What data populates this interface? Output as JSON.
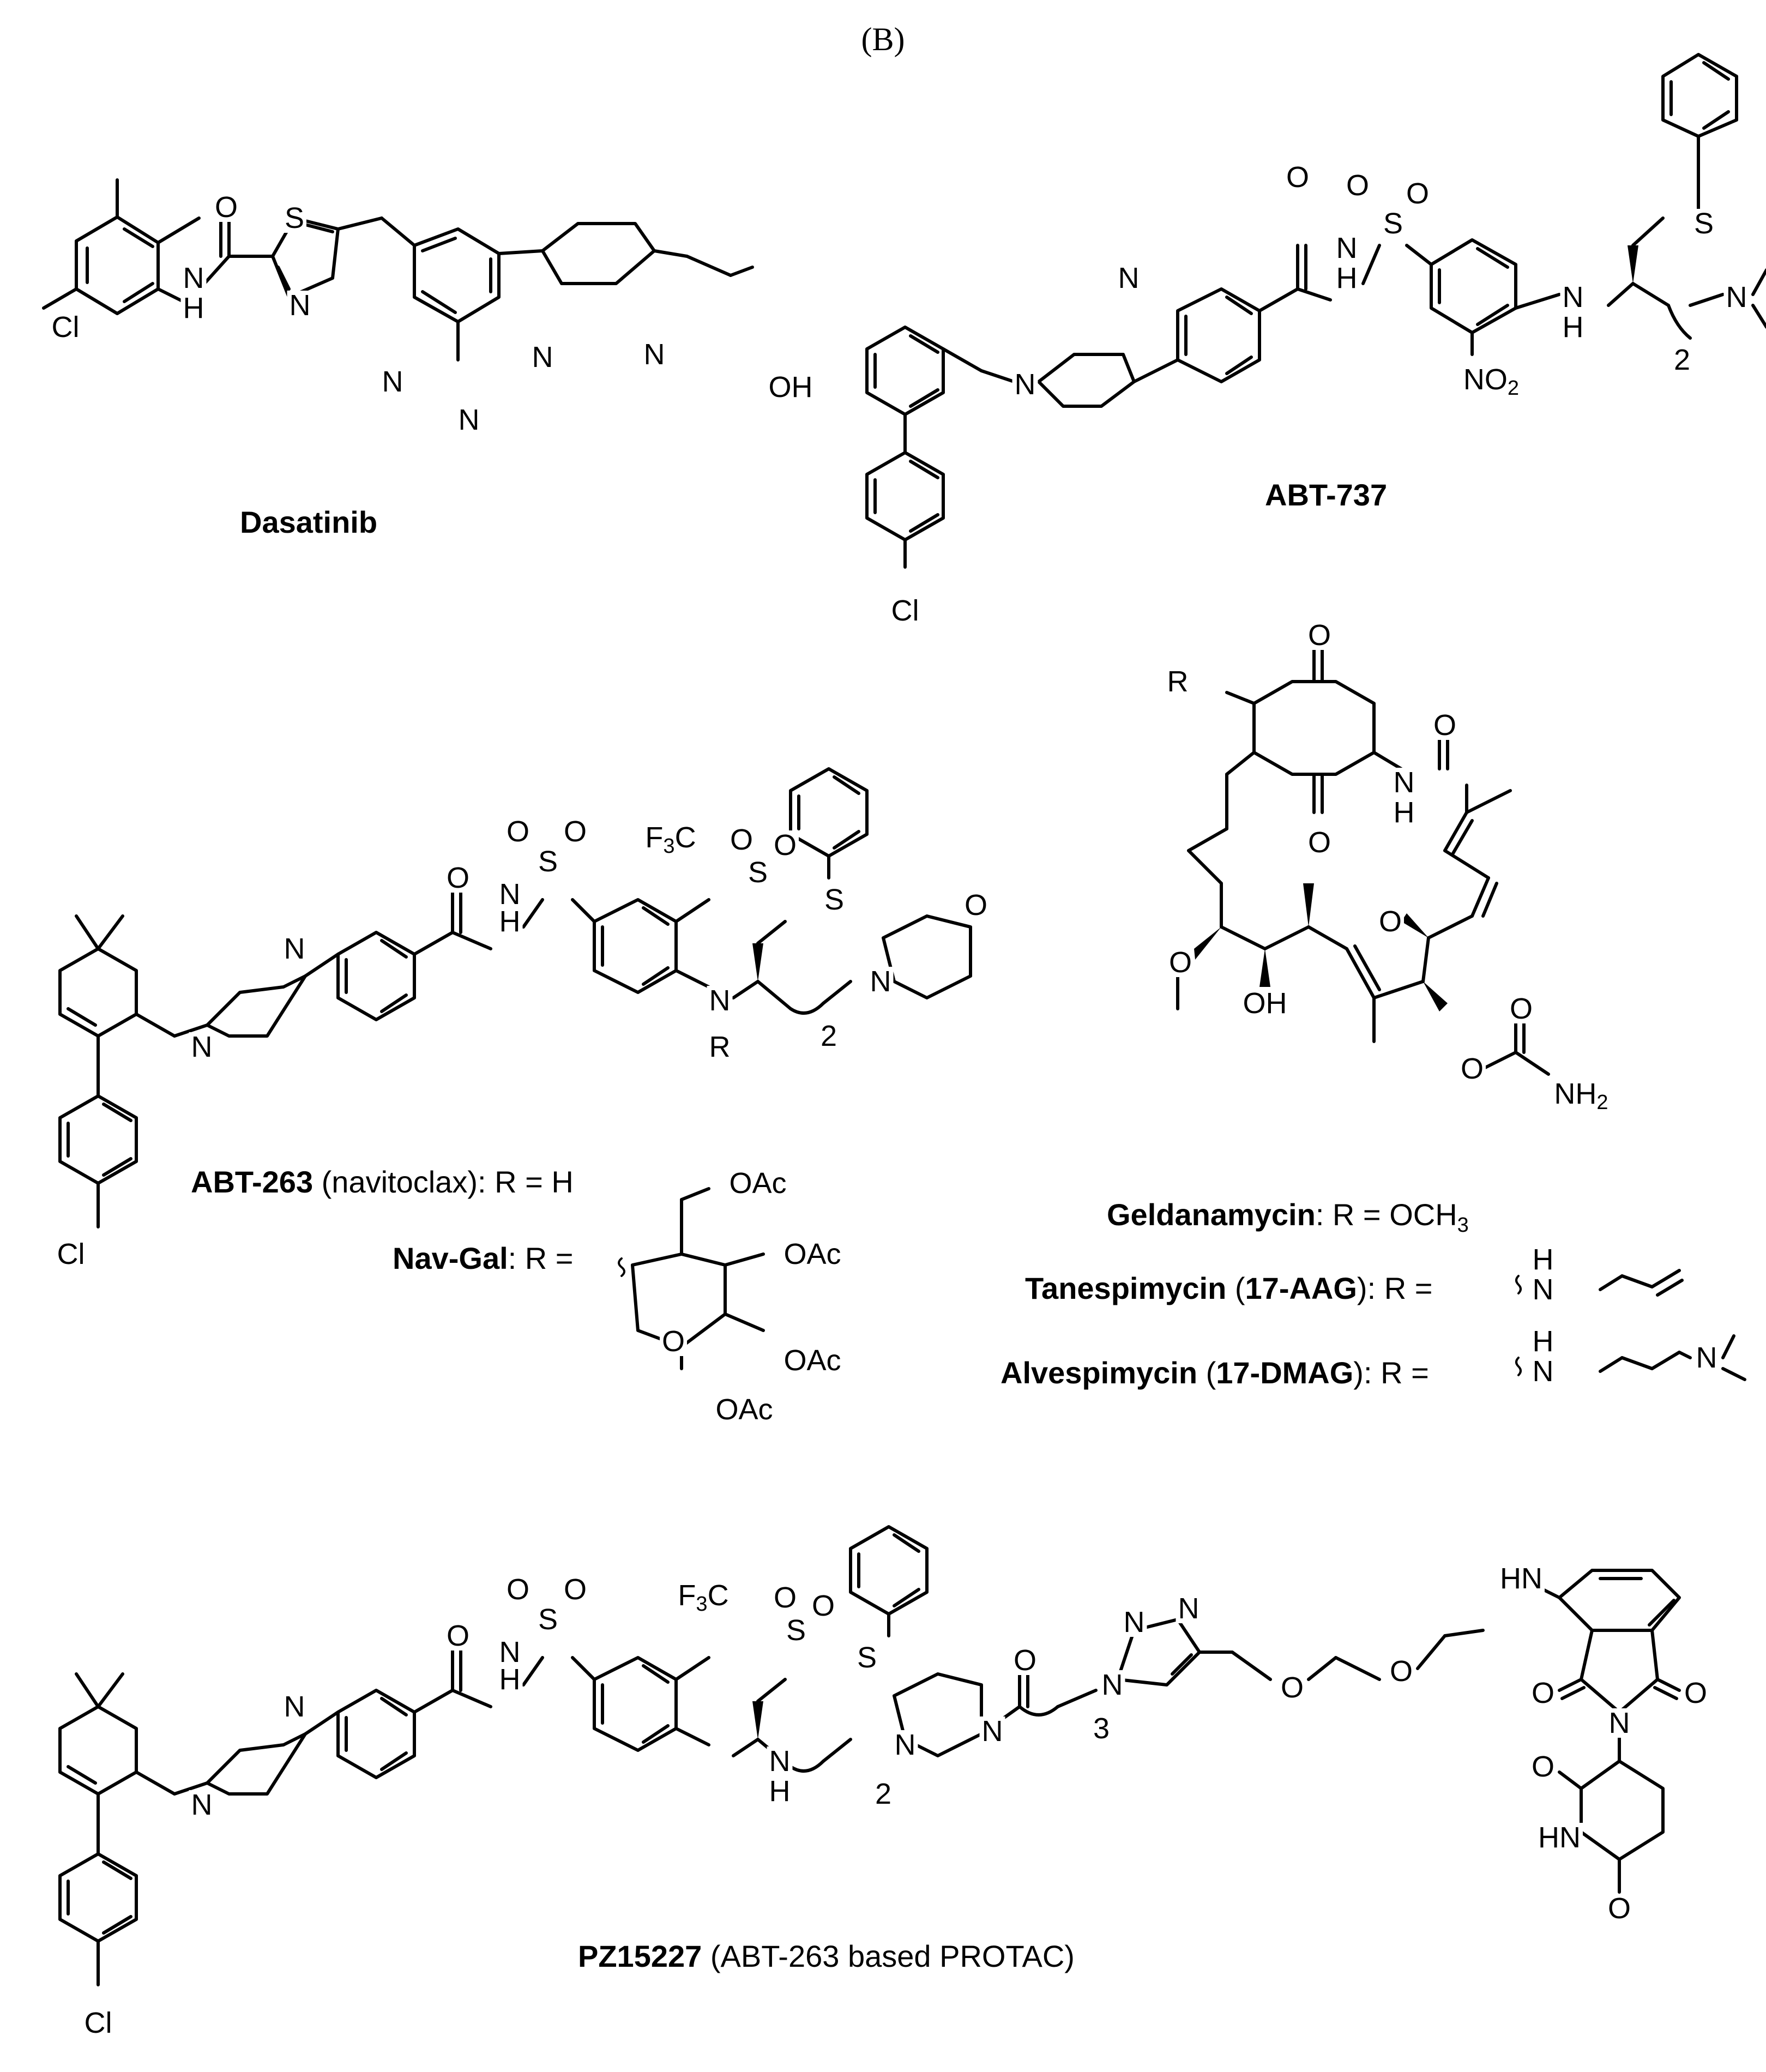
{
  "panel_label": "(B)",
  "compounds": {
    "dasatinib": {
      "name": "Dasatinib",
      "atoms": {
        "o": "O",
        "s": "S",
        "n_thiazole": "N",
        "nh": "N",
        "h": "H",
        "cl": "Cl",
        "n_pyr1": "N",
        "n_pyr2": "N",
        "n_pip1": "N",
        "n_pip2": "N",
        "oh": "OH"
      }
    },
    "abt737": {
      "name": "ABT-737",
      "atoms": {
        "o_amide": "O",
        "o_s1": "O",
        "o_s2": "O",
        "s_sulfonyl": "S",
        "nh": "N",
        "h": "H",
        "nh2_label": "N",
        "h2": "H",
        "n_pip1": "N",
        "n_pip2": "N",
        "no2": "NO",
        "no2_sub": "2",
        "s_thio": "S",
        "nme2": "N",
        "chain_sub": "2",
        "cl": "Cl"
      }
    },
    "abt263": {
      "name": "ABT-263",
      "caption_rest": " (navitoclax): R = H",
      "atoms": {
        "o_amide": "O",
        "o_s1": "O",
        "o_s2": "O",
        "s_sulfonyl": "S",
        "nh": "N",
        "h": "H",
        "cf3": "F",
        "cf3_sub": "3",
        "cf3_c": "C",
        "s2": "S",
        "o2a": "O",
        "o2b": "O",
        "s_thio": "S",
        "n_r": "N",
        "r": "R",
        "morph_n": "N",
        "morph_o": "O",
        "chain_sub": "2",
        "n_pip1": "N",
        "n_pip2": "N",
        "cl": "Cl"
      }
    },
    "navgal": {
      "name": "Nav-Gal",
      "caption_rest": ": R = ",
      "atoms": {
        "oac1": "OAc",
        "oac2": "OAc",
        "oac3": "OAc",
        "oac4": "OAc",
        "ring_o": "O"
      }
    },
    "geldanamycin": {
      "name": "Geldanamycin",
      "caption_rest": ": R = OCH",
      "caption_sub": "3",
      "atoms": {
        "o_top": "O",
        "r": "R",
        "o_bottom": "O",
        "o_amide": "O",
        "nh": "N",
        "h": "H",
        "ome1": "O",
        "ome2": "O",
        "oh": "OH",
        "o_carb": "O",
        "o_ester": "O",
        "nh2": "NH",
        "nh2_sub": "2"
      }
    },
    "tanespimycin": {
      "name": "Tanespimycin",
      "caption_mid": " (",
      "caption_code": "17-AAG",
      "caption_rest": "): R = ",
      "atoms": {
        "n": "N",
        "h": "H"
      }
    },
    "alvespimycin": {
      "name": "Alvespimycin",
      "caption_mid": " (",
      "caption_code": "17-DMAG",
      "caption_rest": "): R = ",
      "atoms": {
        "n1": "N",
        "h": "H",
        "n2": "N"
      }
    },
    "pz15227": {
      "name": "PZ15227",
      "caption_rest": " (ABT-263 based PROTAC)",
      "atoms": {
        "o_amide": "O",
        "o_s1": "O",
        "o_s2": "O",
        "s_sulfonyl": "S",
        "nh": "N",
        "h": "H",
        "cf3": "F",
        "cf3_sub": "3",
        "cf3_c": "C",
        "s2": "S",
        "o2a": "O",
        "o2b": "O",
        "s_thio": "S",
        "nh2": "N",
        "h2": "H",
        "n_pip_a": "N",
        "n_pip_b": "N",
        "o_linker": "O",
        "chain_sub": "2",
        "chain_sub3": "3",
        "tri_n1": "N",
        "tri_n2": "N",
        "tri_n3": "N",
        "o_peg1": "O",
        "o_peg2": "O",
        "hn": "HN",
        "o_imide1": "O",
        "o_imide2": "O",
        "n_imide": "N",
        "o_glut1": "O",
        "hn_glut": "HN",
        "o_glut2": "O",
        "n_pip1": "N",
        "n_pip2": "N",
        "cl": "Cl"
      }
    }
  }
}
